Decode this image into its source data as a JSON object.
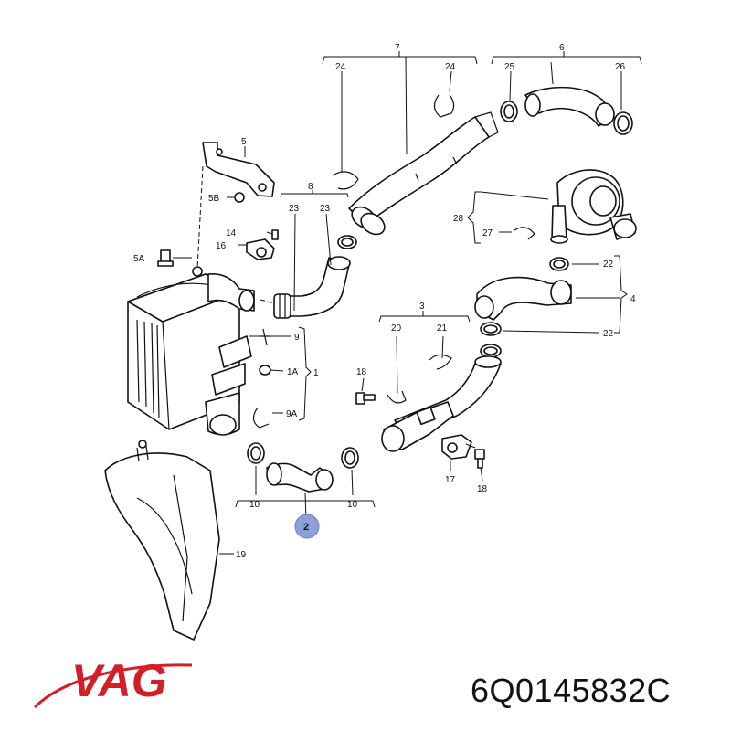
{
  "brand": {
    "name": "VAG",
    "color": "#d21f27"
  },
  "part_number": "6Q0145832C",
  "highlight_color": "#8ea0d8",
  "callouts": {
    "c7": "7",
    "c6": "6",
    "c24a": "24",
    "c24b": "24",
    "c25": "25",
    "c26": "26",
    "c5": "5",
    "c5B": "5B",
    "c8": "8",
    "c23a": "23",
    "c23b": "23",
    "c14": "14",
    "c16": "16",
    "c5A": "5A",
    "c28": "28",
    "c27": "27",
    "c22a": "22",
    "c4": "4",
    "c22b": "22",
    "c3": "3",
    "c20": "20",
    "c21": "21",
    "c9": "9",
    "c1A": "1A",
    "c1": "1",
    "c9A": "9A",
    "c18a": "18",
    "c17": "17",
    "c18b": "18",
    "c10a": "10",
    "c10b": "10",
    "c2": "2",
    "c19": "19"
  }
}
